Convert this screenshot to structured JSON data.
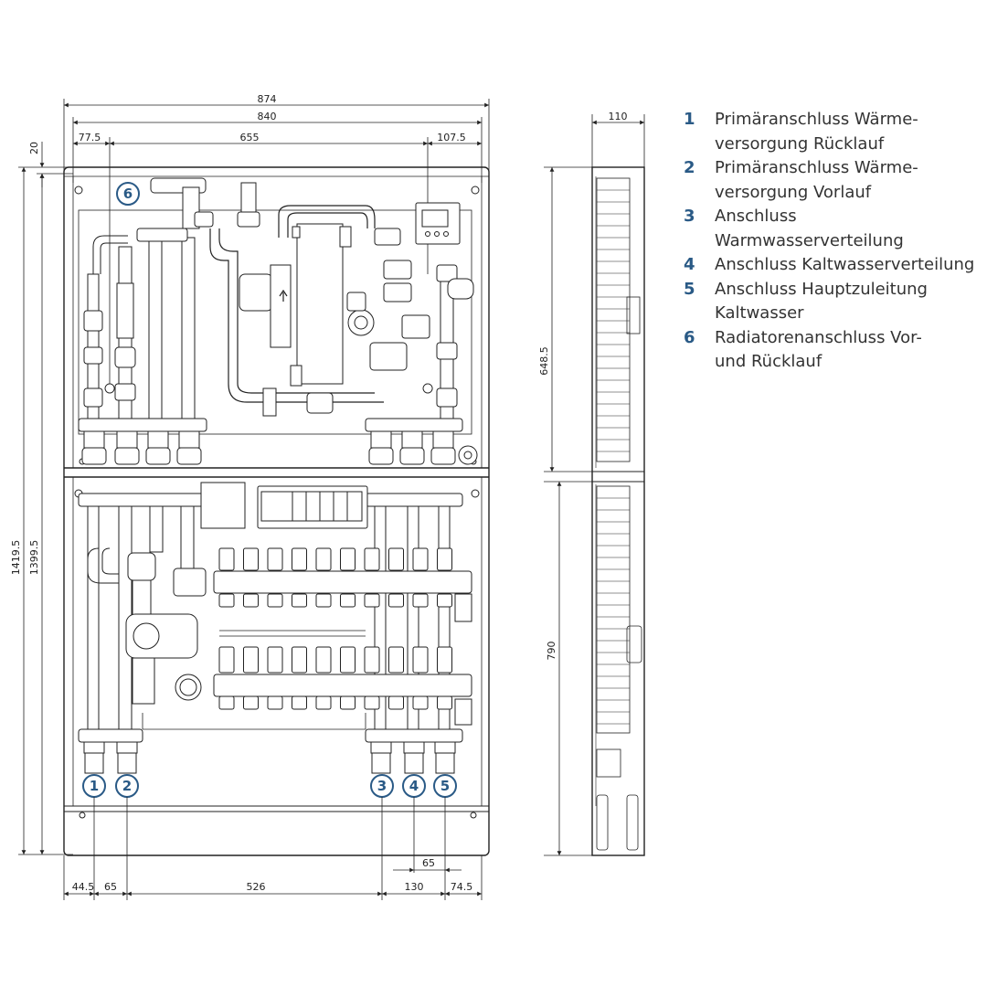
{
  "dimensions": {
    "total_width": "874",
    "inner_width": "840",
    "left_offset": "77.5",
    "center_span": "655",
    "right_offset": "107.5",
    "top_offset": "20",
    "total_height": "1419.5",
    "inner_height": "1399.5",
    "side_depth": "110",
    "upper_height": "648.5",
    "lower_height": "790",
    "bottom_left": "44.5",
    "bottom_gap": "65",
    "bottom_main": "526",
    "bottom_gap_right": "130",
    "bottom_right": "74.5",
    "bottom_pitch": "65"
  },
  "callouts": [
    "1",
    "2",
    "3",
    "4",
    "5",
    "6"
  ],
  "legend": [
    {
      "num": "1",
      "text": "Primäranschluss Wärme-­versorgung Rücklauf",
      "line1": "Primäranschluss Wärme-",
      "line2": "versorgung Rücklauf"
    },
    {
      "num": "2",
      "line1": "Primäranschluss Wärme-",
      "line2": "versorgung Vorlauf"
    },
    {
      "num": "3",
      "line1": "Anschluss Warmwasserverteilung",
      "line2": ""
    },
    {
      "num": "4",
      "line1": "Anschluss Kaltwasserverteilung",
      "line2": ""
    },
    {
      "num": "5",
      "line1": "Anschluss Hauptzuleitung",
      "line2": "Kaltwasser"
    },
    {
      "num": "6",
      "line1": "Radiatorenanschluss Vor-",
      "line2": "und Rücklauf"
    }
  ],
  "colors": {
    "accent": "#2a5a86",
    "line": "#222222"
  }
}
